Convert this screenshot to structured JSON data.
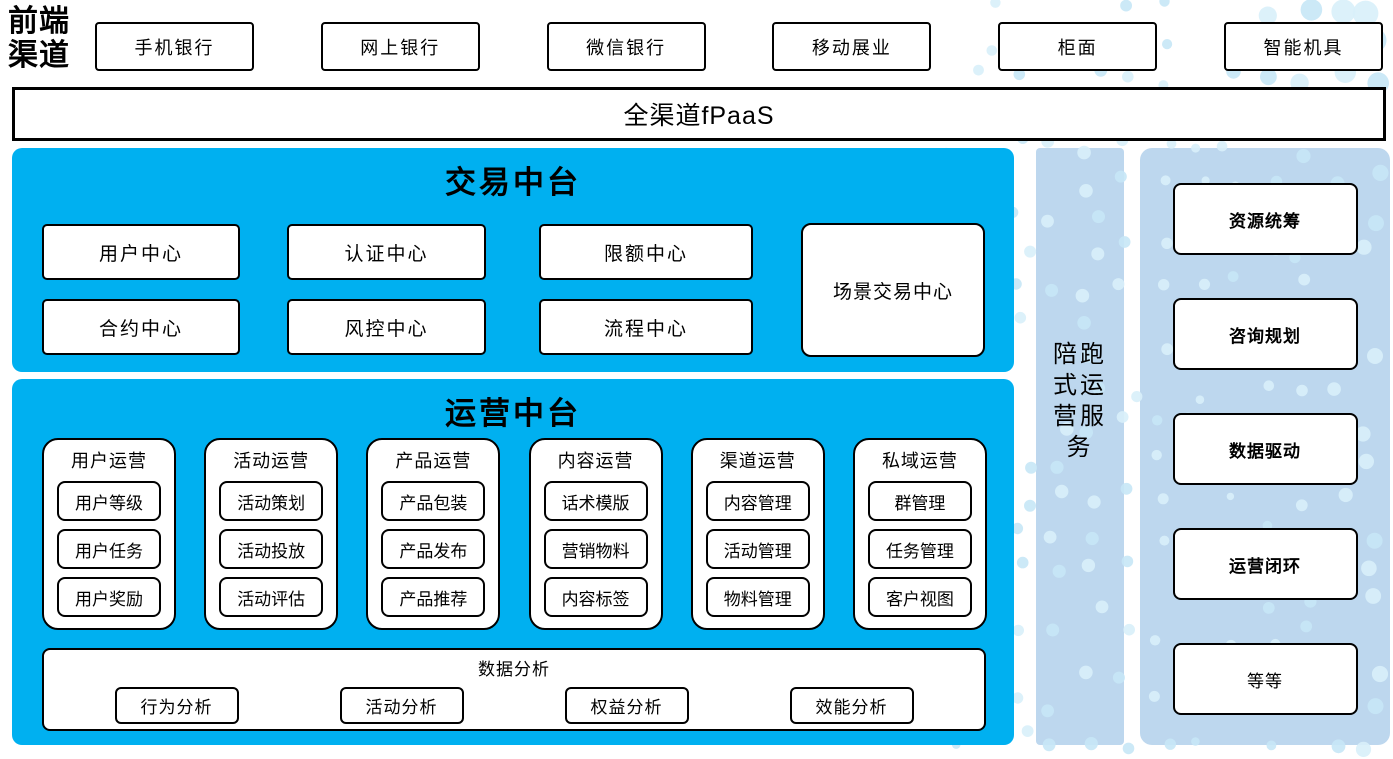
{
  "frontend": {
    "label": "前端渠道",
    "channels": [
      "手机银行",
      "网上银行",
      "微信银行",
      "移动展业",
      "柜面",
      "智能机具"
    ]
  },
  "fpaas": {
    "label": "全渠道fPaaS"
  },
  "transaction": {
    "title": "交易中台",
    "centers": [
      "用户中心",
      "认证中心",
      "限额中心",
      "合约中心",
      "风控中心",
      "流程中心"
    ],
    "scene_center": "场景交易中心"
  },
  "operations": {
    "title": "运营中台",
    "groups": [
      {
        "title": "用户运营",
        "items": [
          "用户等级",
          "用户任务",
          "用户奖励"
        ]
      },
      {
        "title": "活动运营",
        "items": [
          "活动策划",
          "活动投放",
          "活动评估"
        ]
      },
      {
        "title": "产品运营",
        "items": [
          "产品包装",
          "产品发布",
          "产品推荐"
        ]
      },
      {
        "title": "内容运营",
        "items": [
          "话术模版",
          "营销物料",
          "内容标签"
        ]
      },
      {
        "title": "渠道运营",
        "items": [
          "内容管理",
          "活动管理",
          "物料管理"
        ]
      },
      {
        "title": "私域运营",
        "items": [
          "群管理",
          "任务管理",
          "客户视图"
        ]
      }
    ],
    "analysis": {
      "title": "数据分析",
      "items": [
        "行为分析",
        "活动分析",
        "权益分析",
        "效能分析"
      ]
    }
  },
  "side_service": {
    "label": "陪跑式运营服务"
  },
  "right_panel": {
    "items": [
      {
        "label": "资源统筹",
        "bold": true
      },
      {
        "label": "咨询规划",
        "bold": true
      },
      {
        "label": "数据驱动",
        "bold": true
      },
      {
        "label": "运营闭环",
        "bold": true
      },
      {
        "label": "等等",
        "bold": false
      }
    ]
  },
  "colors": {
    "primary_blue": "#00B0F0",
    "light_blue": "#BDD7EE",
    "dot_blue_a": "#C7E7F6",
    "dot_blue_b": "#D8EFFA",
    "text": "#000000",
    "box_bg": "#FFFFFF"
  }
}
